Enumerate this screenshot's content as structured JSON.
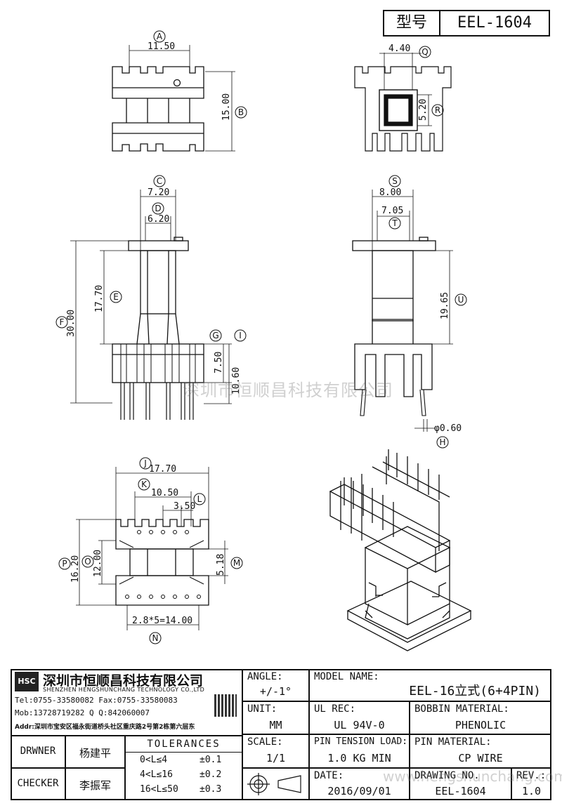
{
  "header": {
    "type_label": "型号",
    "model": "EEL-1604"
  },
  "dims": {
    "a": "11.50",
    "b": "15.00",
    "q": "4.40",
    "r": "5.20",
    "c": "7.20",
    "d": "6.20",
    "e": "17.70",
    "f": "30.00",
    "g": "7.50",
    "i": "10.60",
    "s": "8.00",
    "t": "7.05",
    "u": "19.65",
    "h": "φ0.60",
    "j": "17.70",
    "k": "10.50",
    "l": "3.50",
    "m": "5.18",
    "o": "12.00",
    "p": "16.20",
    "n": "2.8*5=14.00"
  },
  "markers": {
    "a": "A",
    "b": "B",
    "c": "C",
    "d": "D",
    "e": "E",
    "f": "F",
    "g": "G",
    "h": "H",
    "i": "I",
    "j": "J",
    "k": "K",
    "l": "L",
    "m": "M",
    "n": "N",
    "o": "O",
    "p": "P",
    "q": "Q",
    "r": "R",
    "s": "S",
    "t": "T",
    "u": "U"
  },
  "watermark": "深圳市恒顺昌科技有限公司",
  "watermark2": "www.hengshunchang.com",
  "company": {
    "logo": "HSC",
    "name_cn": "深圳市恒顺昌科技有限公司",
    "name_en": "SHENZHEN HENGSHUNCHANG TECHNOLOGY CO.,LTD",
    "tel": "Tel:0755-33580082 Fax:0755-33580083",
    "mob": "Mob:13728719282     Q  Q:842060007",
    "addr": "Addr:深圳市宝安区福永街道桥头社区重庆路2号第2栋第六层东"
  },
  "titleblock": {
    "angle_label": "ANGLE:",
    "angle_value": "+/-1°",
    "model_label": "MODEL NAME:",
    "model_value": "EEL-16立式(6+4PIN)",
    "unit_label": "UNIT:",
    "unit_value": "MM",
    "ul_label": "UL REC:",
    "ul_value": "UL 94V-0",
    "bobbin_label": "BOBBIN MATERIAL:",
    "bobbin_value": "PHENOLIC",
    "scale_label": "SCALE:",
    "scale_value": "1/1",
    "pin_tension_label": "PIN TENSION LOAD:",
    "pin_tension_value": "1.0 KG MIN",
    "pin_material_label": "PIN MATERIAL:",
    "pin_material_value": "CP WIRE",
    "date_label": "DATE:",
    "date_value": "2016/09/01",
    "drawing_label": "DRAWING NO.",
    "drawing_value": "EEL-1604",
    "rev_label": "REV.:",
    "rev_value": "1.0",
    "drawner_label": "DRWNER",
    "drawner_value": "杨建平",
    "checker_label": "CHECKER",
    "checker_value": "李振军",
    "tolerances_label": "TOLERANCES",
    "tolerances": [
      {
        "range": "0<L≤4",
        "value": "±0.1"
      },
      {
        "range": "4<L≤16",
        "value": "±0.2"
      },
      {
        "range": "16<L≤50",
        "value": "±0.3"
      }
    ]
  }
}
